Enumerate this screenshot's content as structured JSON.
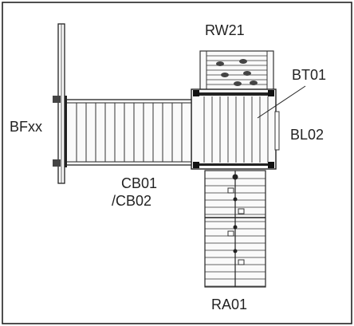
{
  "labels": {
    "rw": "RW21",
    "bt": "BT01",
    "bf": "BFxx",
    "bl": "BL02",
    "cb1": "CB01",
    "cb2": "/CB02",
    "ra": "RA01"
  }
}
